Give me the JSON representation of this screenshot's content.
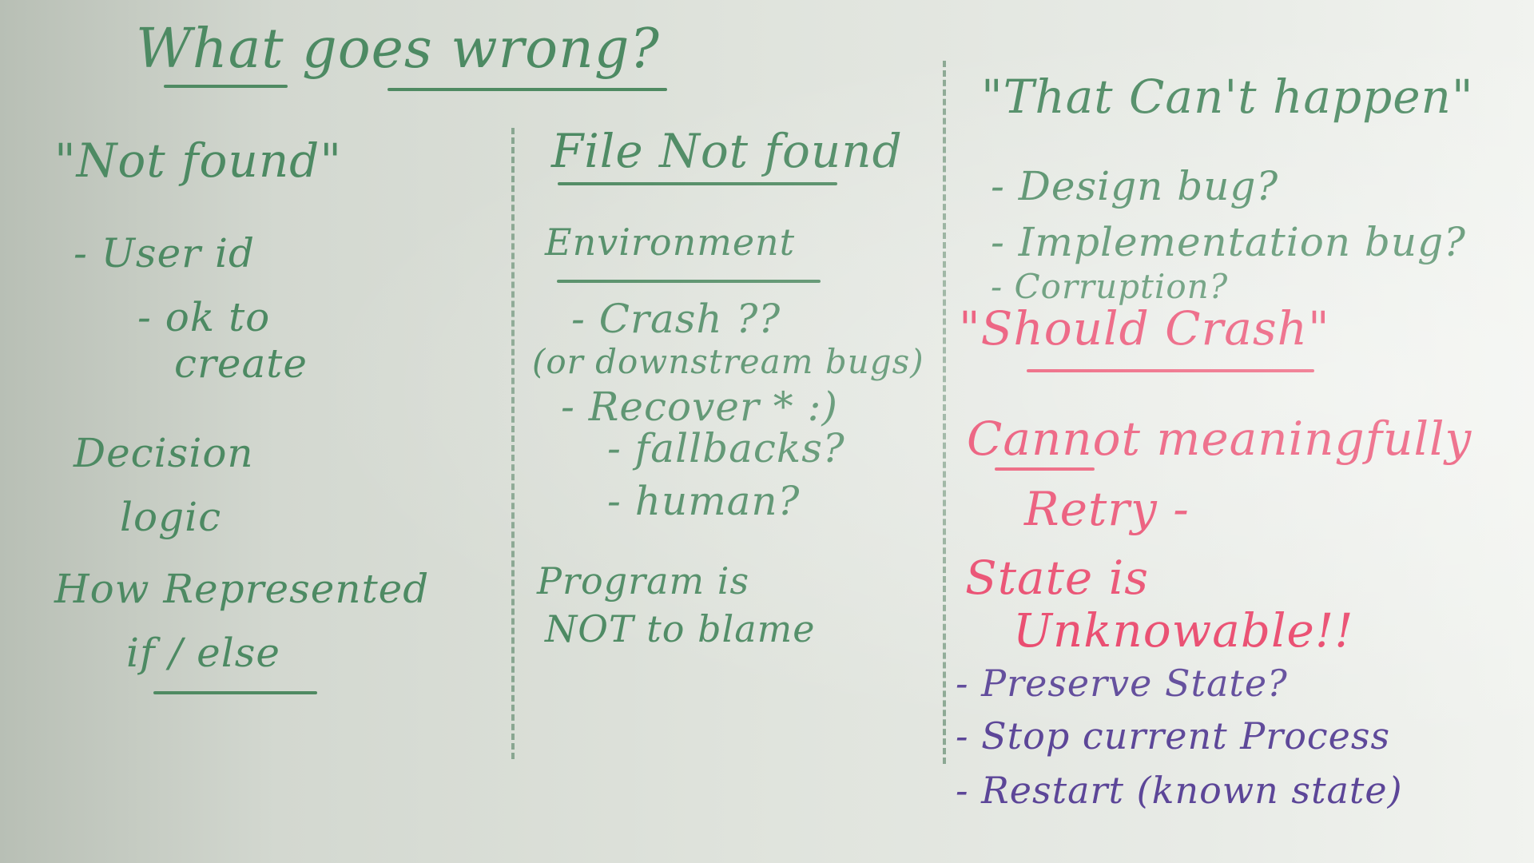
{
  "board": {
    "title": "What goes wrong?",
    "columns": [
      {
        "heading": "\"Not found\"",
        "items": [
          "- User id",
          "- ok to",
          "create",
          "Decision",
          "logic",
          "How Represented",
          "if / else"
        ]
      },
      {
        "heading": "File Not found",
        "items": [
          "Environment",
          "- Crash ??",
          "(or downstream bugs)",
          "- Recover * :)",
          "- fallbacks?",
          "- human?",
          "Program is",
          "NOT to blame"
        ]
      },
      {
        "heading": "\"That Can't happen\"",
        "items": [
          "- Design bug?",
          "- Implementation bug?",
          "- Corruption?",
          "\"Should Crash\"",
          "Cannot meaningfully",
          "Retry -",
          "State is",
          "Unknowable!!",
          "- Preserve State?",
          "- Stop current Process",
          "- Restart (known state)"
        ]
      }
    ],
    "colors": {
      "board": "#dfe3dc",
      "green_marker": "#4d8a63",
      "red_marker": "#e83d63",
      "purple_marker": "#5c4698"
    }
  }
}
